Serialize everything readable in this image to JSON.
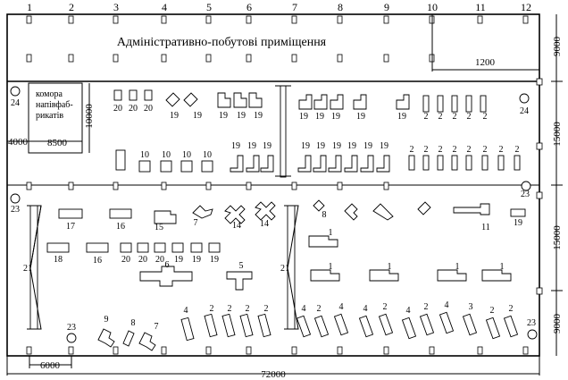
{
  "admin_title": "Адміністративно-побутові приміщення",
  "storage_room": {
    "line1": "комора",
    "line2": "напівфаб-",
    "line3": "рикатів"
  },
  "column_numbers": [
    "1",
    "2",
    "3",
    "4",
    "5",
    "6",
    "7",
    "8",
    "9",
    "10",
    "11",
    "12"
  ],
  "dimensions": {
    "total_width": "72000",
    "bay": "6000",
    "admin_height": "9000",
    "span_1": "15000",
    "span_2": "15000",
    "bottom_band": "9000",
    "admin_extension": "1200",
    "storage_width": "8500",
    "storage_depth": "10000",
    "storage_offset": "4000"
  },
  "equipment_labels": {
    "n1": "1",
    "n2": "2",
    "n4": "4",
    "n5": "5",
    "n6": "6",
    "n7": "7",
    "n8": "8",
    "n9": "9",
    "n10": "10",
    "n11": "11",
    "n14": "14",
    "n15": "15",
    "n16": "16",
    "n17": "17",
    "n18": "18",
    "n19": "19",
    "n20": "20",
    "n21": "21",
    "n23": "23",
    "n24": "24"
  }
}
